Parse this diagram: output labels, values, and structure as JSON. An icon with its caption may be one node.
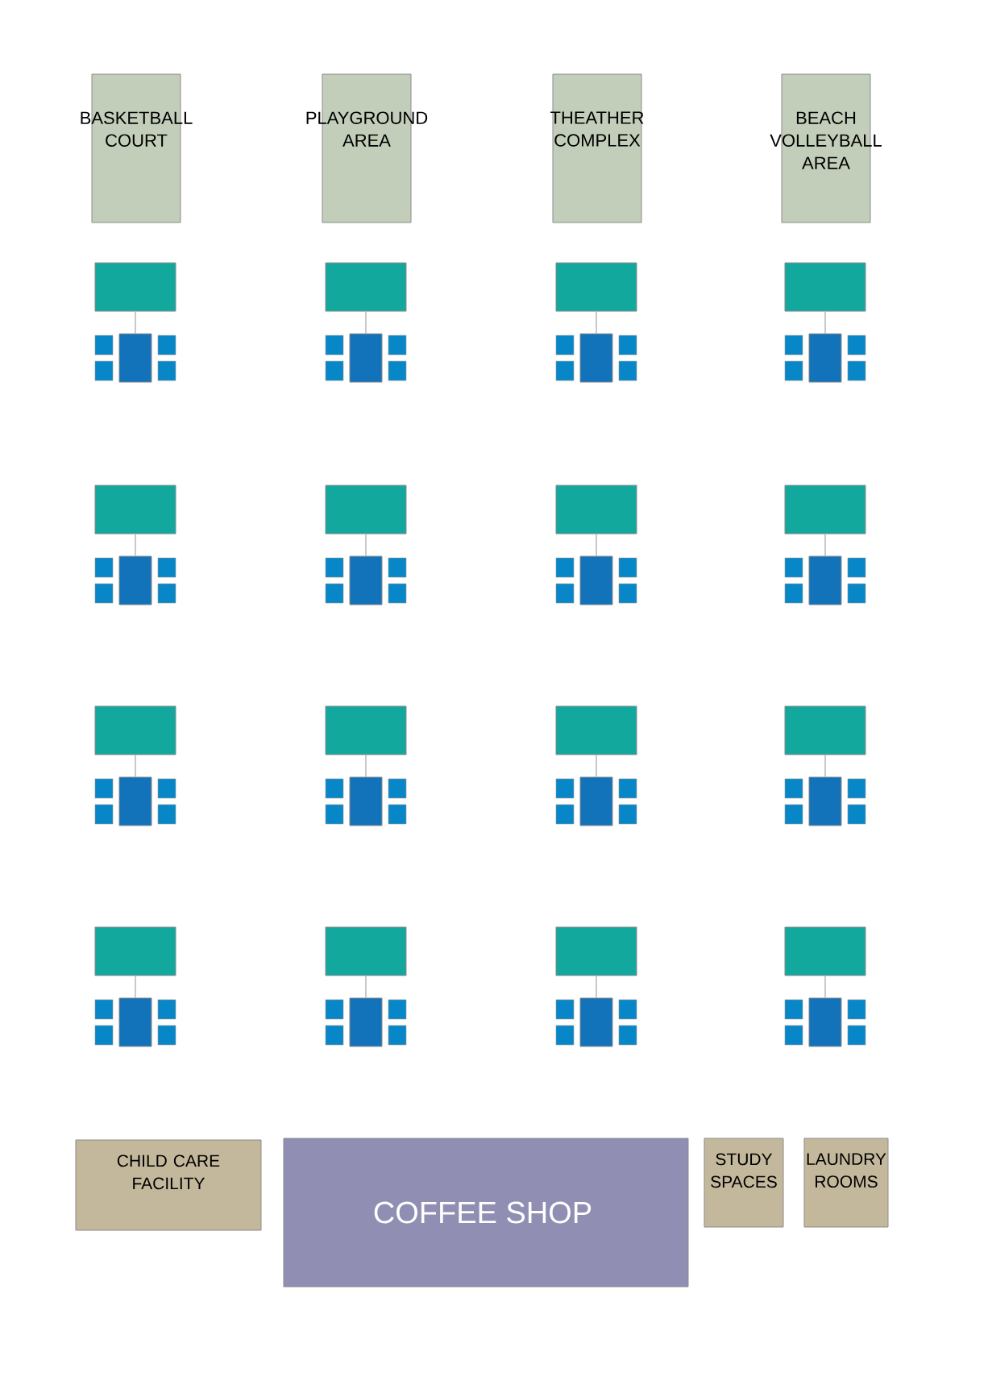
{
  "diagram": {
    "nodes": [
      {
        "text": [
          "BASKETBALL COURT"
        ]
      },
      {
        "text": [
          "PLAYGROUND AREA"
        ]
      },
      {
        "text": [
          "THEATHER COMPLEX"
        ]
      },
      {
        "text": [
          "BEACH VOLLEYBALL AREA"
        ]
      },
      {
        "text": [],
        "shape": "box"
      },
      {
        "text": [],
        "shape": "table"
      },
      {
        "text": [],
        "shape": "box"
      },
      {
        "text": [],
        "shape": "table"
      },
      {
        "text": [],
        "shape": "box"
      },
      {
        "text": [],
        "shape": "table"
      },
      {
        "text": [],
        "shape": "box"
      },
      {
        "text": [],
        "shape": "table"
      },
      {
        "text": [],
        "shape": "box"
      },
      {
        "text": [],
        "shape": "table"
      },
      {
        "text": [],
        "shape": "box"
      },
      {
        "text": [],
        "shape": "table"
      },
      {
        "text": [],
        "shape": "box"
      },
      {
        "text": [],
        "shape": "table"
      },
      {
        "text": [],
        "shape": "box"
      },
      {
        "text": [],
        "shape": "table"
      },
      {
        "text": [],
        "shape": "box"
      },
      {
        "text": [],
        "shape": "table"
      },
      {
        "text": [],
        "shape": "box"
      },
      {
        "text": [],
        "shape": "table"
      },
      {
        "text": [],
        "shape": "box"
      },
      {
        "text": [],
        "shape": "table"
      },
      {
        "text": [],
        "shape": "box"
      },
      {
        "text": [],
        "shape": "table"
      },
      {
        "text": [],
        "shape": "box"
      },
      {
        "text": [],
        "shape": "table"
      },
      {
        "text": [],
        "shape": "box"
      },
      {
        "text": [],
        "shape": "table"
      },
      {
        "text": [],
        "shape": "box"
      },
      {
        "text": [],
        "shape": "table"
      },
      {
        "text": [],
        "shape": "box"
      },
      {
        "text": [],
        "shape": "table"
      },
      {
        "text": [
          "CHILD CARE FACILITY"
        ]
      },
      {
        "text": [
          "COFFEE SHOP"
        ]
      },
      {
        "text": [
          "STUDY SPACES"
        ]
      },
      {
        "text": [
          "LAUNDRY ROOMS"
        ]
      }
    ],
    "edges": [
      {
        "from": 4,
        "to": 5,
        "arrow": "none"
      },
      {
        "from": 6,
        "to": 7,
        "arrow": "none"
      },
      {
        "from": 8,
        "to": 9,
        "arrow": "none"
      },
      {
        "from": 10,
        "to": 11,
        "arrow": "none"
      },
      {
        "from": 12,
        "to": 13,
        "arrow": "none"
      },
      {
        "from": 14,
        "to": 15,
        "arrow": "none"
      },
      {
        "from": 16,
        "to": 17,
        "arrow": "none"
      },
      {
        "from": 18,
        "to": 19,
        "arrow": "none"
      },
      {
        "from": 20,
        "to": 21,
        "arrow": "none"
      },
      {
        "from": 22,
        "to": 23,
        "arrow": "none"
      },
      {
        "from": 24,
        "to": 25,
        "arrow": "none"
      },
      {
        "from": 26,
        "to": 27,
        "arrow": "none"
      },
      {
        "from": 28,
        "to": 29,
        "arrow": "none"
      },
      {
        "from": 30,
        "to": 31,
        "arrow": "none"
      },
      {
        "from": 32,
        "to": 33,
        "arrow": "none"
      },
      {
        "from": 34,
        "to": 35,
        "arrow": "none"
      }
    ]
  }
}
